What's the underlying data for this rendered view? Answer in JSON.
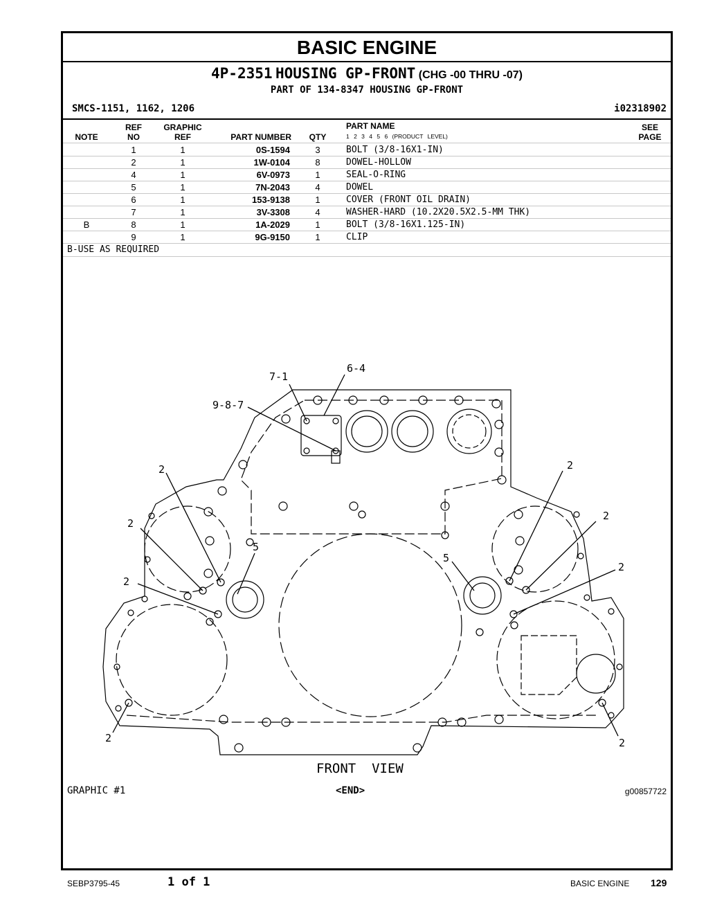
{
  "header": {
    "section_title": "BASIC ENGINE",
    "part_number": "4P-2351",
    "part_title": "HOUSING GP-FRONT",
    "change_range": "(CHG -00 THRU -07)",
    "part_of": "PART OF 134-8347 HOUSING GP-FRONT",
    "smcs": "SMCS-1151, 1162, 1206",
    "identifier": "i02318902"
  },
  "columns": {
    "note": "NOTE",
    "ref_top": "REF",
    "ref_bottom": "NO",
    "gref_top": "GRAPHIC",
    "gref_bottom": "REF",
    "part_number": "PART NUMBER",
    "qty": "QTY",
    "part_name": "PART NAME",
    "product_levels": "1   2   3   4   5   6   (PRODUCT LEVEL)",
    "see_top": "SEE",
    "see_bottom": "PAGE"
  },
  "rows": [
    {
      "note": "",
      "ref": "1",
      "gref": "1",
      "part_number": "0S-1594",
      "qty": "3",
      "name": "BOLT (3/8-16X1-IN)"
    },
    {
      "note": "",
      "ref": "2",
      "gref": "1",
      "part_number": "1W-0104",
      "qty": "8",
      "name": "DOWEL-HOLLOW"
    },
    {
      "note": "",
      "ref": "4",
      "gref": "1",
      "part_number": "6V-0973",
      "qty": "1",
      "name": "SEAL-O-RING"
    },
    {
      "note": "",
      "ref": "5",
      "gref": "1",
      "part_number": "7N-2043",
      "qty": "4",
      "name": "DOWEL"
    },
    {
      "note": "",
      "ref": "6",
      "gref": "1",
      "part_number": "153-9138",
      "qty": "1",
      "name": "COVER (FRONT OIL DRAIN)"
    },
    {
      "note": "",
      "ref": "7",
      "gref": "1",
      "part_number": "3V-3308",
      "qty": "4",
      "name": "WASHER-HARD (10.2X20.5X2.5-MM THK)"
    },
    {
      "note": "B",
      "ref": "8",
      "gref": "1",
      "part_number": "1A-2029",
      "qty": "1",
      "name": "BOLT (3/8-16X1.125-IN)"
    },
    {
      "note": "",
      "ref": "9",
      "gref": "1",
      "part_number": "9G-9150",
      "qty": "1",
      "name": "CLIP"
    }
  ],
  "notes": "B-USE AS REQUIRED",
  "drawing": {
    "callouts": [
      "7-1",
      "6-4",
      "9-8-7",
      "2",
      "2",
      "2",
      "2",
      "5",
      "5",
      "2",
      "2",
      "2",
      "2"
    ],
    "view_label": "FRONT  VIEW"
  },
  "graphic_label": "GRAPHIC #1",
  "end_marker": "<END>",
  "graphic_number": "g00857722",
  "footer": {
    "doc_number": "SEBP3795-45",
    "page_of": "1 of 1",
    "section": "BASIC ENGINE",
    "page": "129"
  }
}
